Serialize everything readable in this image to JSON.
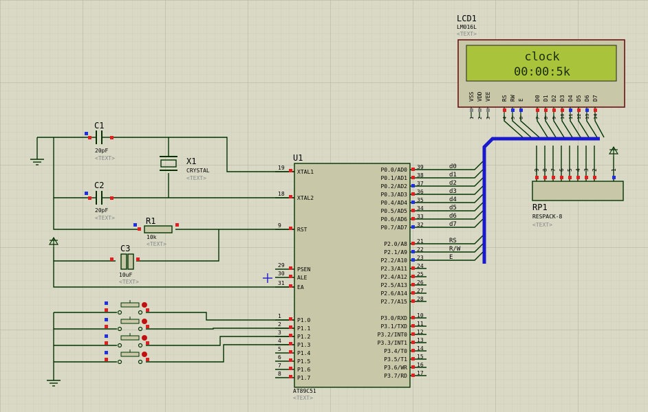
{
  "colors": {
    "background": "#d9d9c6",
    "grid": "#c2c2ad",
    "wire": "#003300",
    "bus": "#1a1acc",
    "chip_fill": "#c8c8a8",
    "lcd_panel": "#a9c43a",
    "pin_red": "#e02020",
    "pin_blue": "#2030e0",
    "button_red": "#c01010"
  },
  "lcd": {
    "ref": "LCD1",
    "part": "LM016L",
    "text_tag": "<TEXT>",
    "line1": "clock",
    "line2": "00:00:5k",
    "pin_labels": [
      "VSS",
      "VDD",
      "VEE",
      "RS",
      "RW",
      "E",
      "D0",
      "D1",
      "D2",
      "D3",
      "D4",
      "D5",
      "D6",
      "D7"
    ],
    "pin_numbers": [
      "1",
      "2",
      "3",
      "4",
      "5",
      "6",
      "7",
      "8",
      "9",
      "10",
      "11",
      "12",
      "13",
      "14"
    ]
  },
  "u1": {
    "ref": "U1",
    "part": "AT89C51",
    "text_tag": "<TEXT>",
    "left_pins": [
      {
        "num": "19",
        "name": "XTAL1"
      },
      {
        "num": "18",
        "name": "XTAL2"
      },
      {
        "num": "9",
        "name": "RST"
      },
      {
        "num": "29",
        "name": "PSEN"
      },
      {
        "num": "30",
        "name": "ALE"
      },
      {
        "num": "31",
        "name": "EA"
      },
      {
        "num": "1",
        "name": "P1.0"
      },
      {
        "num": "2",
        "name": "P1.1"
      },
      {
        "num": "3",
        "name": "P1.2"
      },
      {
        "num": "4",
        "name": "P1.3"
      },
      {
        "num": "5",
        "name": "P1.4"
      },
      {
        "num": "6",
        "name": "P1.5"
      },
      {
        "num": "7",
        "name": "P1.6"
      },
      {
        "num": "8",
        "name": "P1.7"
      }
    ],
    "right_pins": [
      {
        "num": "39",
        "name": "P0.0/AD0"
      },
      {
        "num": "38",
        "name": "P0.1/AD1"
      },
      {
        "num": "37",
        "name": "P0.2/AD2"
      },
      {
        "num": "36",
        "name": "P0.3/AD3"
      },
      {
        "num": "35",
        "name": "P0.4/AD4"
      },
      {
        "num": "34",
        "name": "P0.5/AD5"
      },
      {
        "num": "33",
        "name": "P0.6/AD6"
      },
      {
        "num": "32",
        "name": "P0.7/AD7"
      },
      {
        "num": "21",
        "name": "P2.0/A8"
      },
      {
        "num": "22",
        "name": "P2.1/A9"
      },
      {
        "num": "23",
        "name": "P2.2/A10"
      },
      {
        "num": "24",
        "name": "P2.3/A11"
      },
      {
        "num": "25",
        "name": "P2.4/A12"
      },
      {
        "num": "26",
        "name": "P2.5/A13"
      },
      {
        "num": "27",
        "name": "P2.6/A14"
      },
      {
        "num": "28",
        "name": "P2.7/A15"
      },
      {
        "num": "10",
        "name": "P3.0/RXD"
      },
      {
        "num": "11",
        "name": "P3.1/TXD"
      },
      {
        "num": "12",
        "name": "P3.2/INT0"
      },
      {
        "num": "13",
        "name": "P3.3/INT1"
      },
      {
        "num": "14",
        "name": "P3.4/T0"
      },
      {
        "num": "15",
        "name": "P3.5/T1"
      },
      {
        "num": "16",
        "name": "P3.6/WR"
      },
      {
        "num": "17",
        "name": "P3.7/RD"
      }
    ],
    "net_labels": [
      "d0",
      "d1",
      "d2",
      "d3",
      "d4",
      "d5",
      "d6",
      "d7",
      "RS",
      "R/W",
      "E"
    ]
  },
  "c1": {
    "ref": "C1",
    "value": "20pF",
    "text_tag": "<TEXT>"
  },
  "c2": {
    "ref": "C2",
    "value": "20pF",
    "text_tag": "<TEXT>"
  },
  "c3": {
    "ref": "C3",
    "value": "10uF",
    "text_tag": "<TEXT>"
  },
  "r1": {
    "ref": "R1",
    "value": "10k",
    "text_tag": "<TEXT>"
  },
  "x1": {
    "ref": "X1",
    "part": "CRYSTAL",
    "text_tag": "<TEXT>"
  },
  "rp1": {
    "ref": "RP1",
    "part": "RESPACK-8",
    "text_tag": "<TEXT>",
    "pin_numbers": [
      "9",
      "8",
      "7",
      "6",
      "5",
      "4",
      "3",
      "2",
      "1"
    ]
  }
}
